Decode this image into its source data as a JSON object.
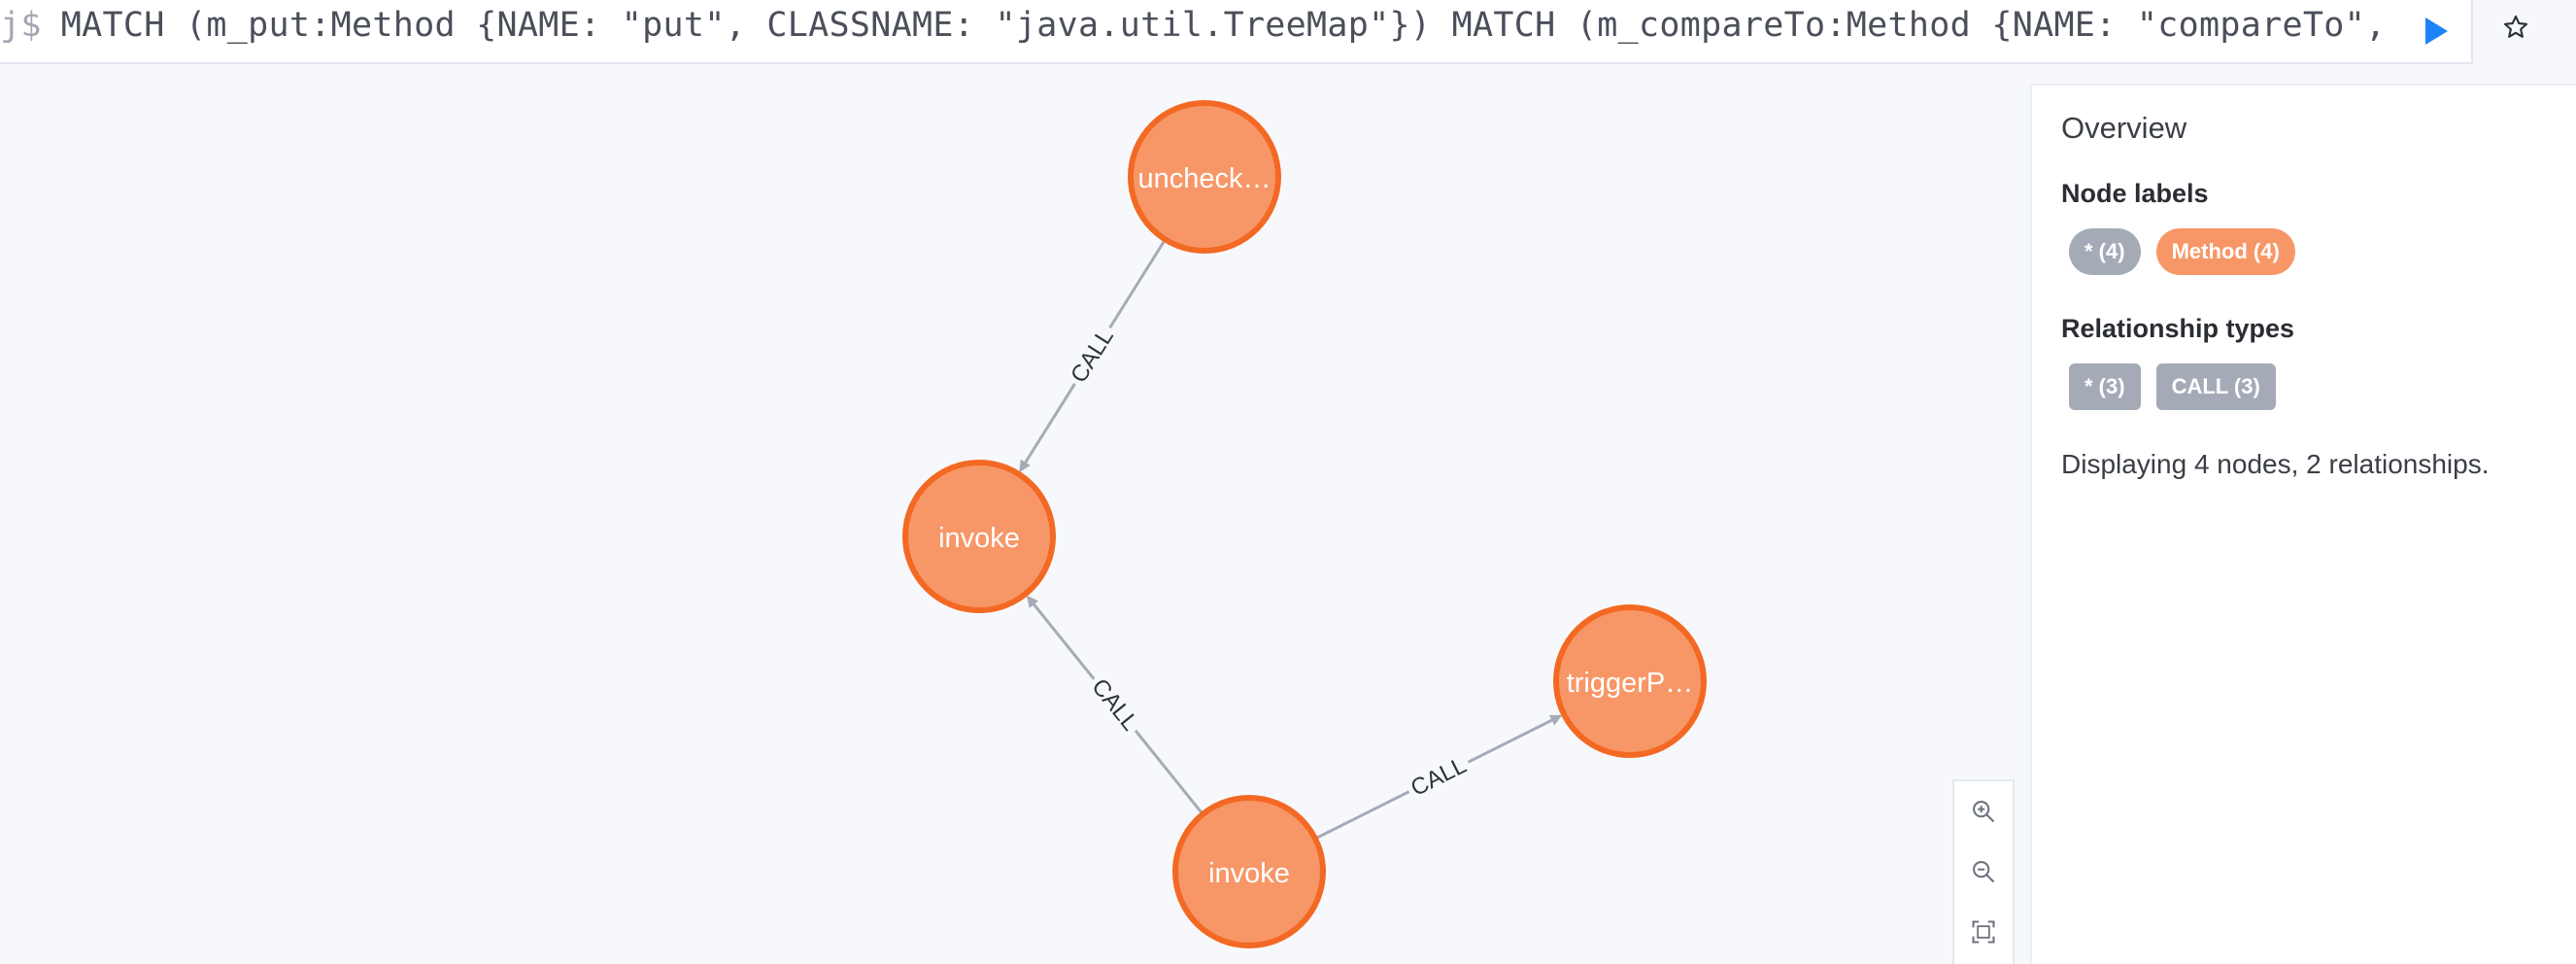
{
  "query": {
    "prompt": "j$",
    "text": "MATCH (m_put:Method {NAME: \"put\", CLASSNAME: \"java.util.TreeMap\"}) MATCH (m_compareTo:Method {NAME: \"compareTo\", CLAS…"
  },
  "graph": {
    "nodes": [
      {
        "id": "n1",
        "label": "uncheck…"
      },
      {
        "id": "n2",
        "label": "invoke"
      },
      {
        "id": "n3",
        "label": "triggerP…"
      },
      {
        "id": "n4",
        "label": "invoke"
      }
    ],
    "edges": [
      {
        "from": "n1",
        "to": "n2",
        "label": "CALL"
      },
      {
        "from": "n4",
        "to": "n2",
        "label": "CALL"
      },
      {
        "from": "n4",
        "to": "n3",
        "label": "CALL"
      }
    ],
    "colors": {
      "node_fill": "#f79767",
      "node_stroke": "#f36924",
      "edge": "#a5abb6"
    }
  },
  "overview": {
    "title": "Overview",
    "node_labels_heading": "Node labels",
    "node_labels": [
      {
        "text": "* (4)",
        "color": "#a5abb6"
      },
      {
        "text": "Method (4)",
        "color": "#f79767"
      }
    ],
    "relationship_types_heading": "Relationship types",
    "relationship_types": [
      {
        "text": "* (3)",
        "color": "#a5abb6"
      },
      {
        "text": "CALL (3)",
        "color": "#a5abb6"
      }
    ],
    "summary": "Displaying 4 nodes, 2 relationships."
  },
  "icons": {
    "run": "play-icon",
    "favorite": "star-icon",
    "zoom_in": "zoom-in-icon",
    "zoom_out": "zoom-out-icon",
    "fit": "fit-to-screen-icon"
  }
}
